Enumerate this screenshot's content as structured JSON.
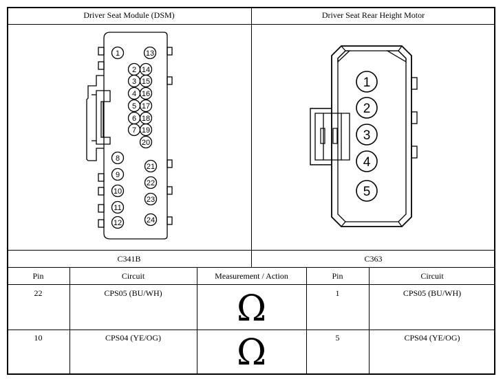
{
  "left_connector": {
    "title": "Driver Seat Module (DSM)",
    "label": "C341B",
    "pins_left": [
      "1",
      "2",
      "3",
      "4",
      "5",
      "6",
      "7",
      "8",
      "9",
      "10",
      "11",
      "12"
    ],
    "pins_right": [
      "13",
      "14",
      "15",
      "16",
      "17",
      "18",
      "19",
      "20",
      "21",
      "22",
      "23",
      "24"
    ]
  },
  "right_connector": {
    "title": "Driver Seat Rear Height Motor",
    "label": "C363",
    "pins": [
      "1",
      "2",
      "3",
      "4",
      "5"
    ]
  },
  "table": {
    "headers": [
      "Pin",
      "Circuit",
      "Measurement / Action",
      "Pin",
      "Circuit"
    ],
    "rows": [
      {
        "pin_a": "22",
        "circuit_a": "CPS05 (BU/WH)",
        "measurement": "Ω",
        "pin_b": "1",
        "circuit_b": "CPS05 (BU/WH)"
      },
      {
        "pin_a": "10",
        "circuit_a": "CPS04 (YE/OG)",
        "measurement": "Ω",
        "pin_b": "5",
        "circuit_b": "CPS04 (YE/OG)"
      }
    ]
  }
}
